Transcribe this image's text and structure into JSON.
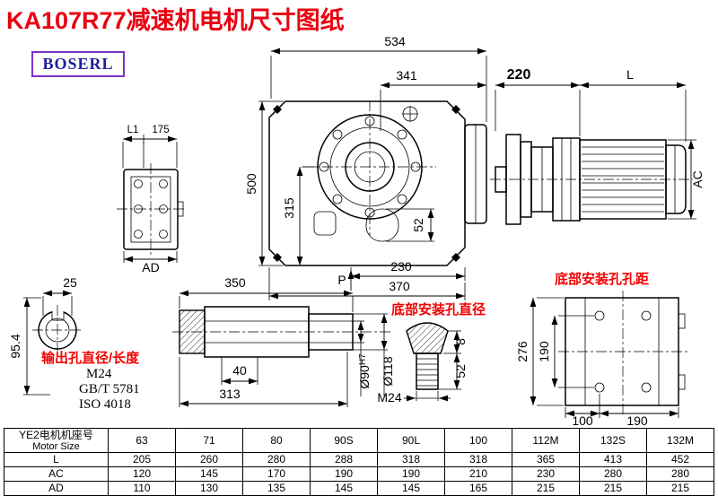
{
  "title": "KA107R77减速机电机尺寸图纸",
  "brand": "BOSERL",
  "red_labels": {
    "output_hole": "输出孔直径/长度",
    "bottom_hole_dia": "底部安装孔直径",
    "bottom_hole_pitch": "底部安装孔孔距"
  },
  "specs": {
    "thread": "M24",
    "gb_standard": "GB/T 5781",
    "iso_standard": "ISO 4018"
  },
  "dims": {
    "overall_width": "534",
    "flange_offset": "341",
    "overall_height": "500",
    "shaft_center_height": "315",
    "slot_height": "52",
    "foot_230": "230",
    "foot_370": "370",
    "p_label": "P",
    "input_220": "220",
    "motor_l": "L",
    "motor_ac": "AC",
    "flange_l1": "L1",
    "flange_175": "175",
    "flange_ad": "AD",
    "key_25": "25",
    "key_depth": "95.4",
    "shaft_350": "350",
    "shaft_40": "40",
    "shaft_313": "313",
    "bore_dia": "Ø90",
    "bore_tol": "H7",
    "hub_dia": "Ø118",
    "bolt_thread": "M24",
    "bolt_8": "8",
    "bolt_52": "52",
    "base_276": "276",
    "base_190v": "190",
    "base_100": "100",
    "base_190h": "190"
  },
  "table": {
    "header_cn": "YE2电机机座号",
    "header_en": "Motor Size",
    "columns": [
      "63",
      "71",
      "80",
      "90S",
      "90L",
      "100",
      "112M",
      "132S",
      "132M"
    ],
    "rows": [
      {
        "label": "L",
        "values": [
          "205",
          "260",
          "280",
          "288",
          "318",
          "318",
          "365",
          "413",
          "452"
        ]
      },
      {
        "label": "AC",
        "values": [
          "120",
          "145",
          "170",
          "190",
          "190",
          "210",
          "230",
          "280",
          "280"
        ]
      },
      {
        "label": "AD",
        "values": [
          "110",
          "130",
          "135",
          "145",
          "145",
          "165",
          "215",
          "215",
          "215"
        ]
      }
    ]
  }
}
